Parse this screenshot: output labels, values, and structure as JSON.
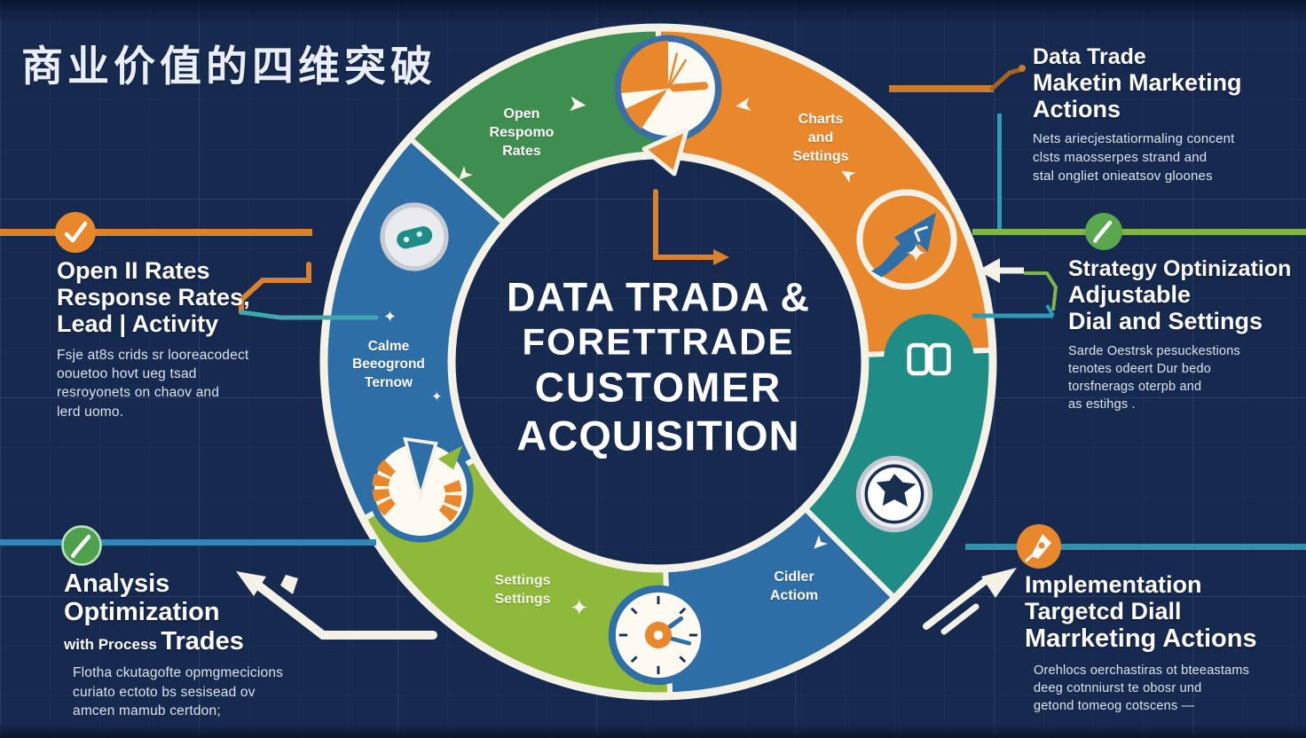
{
  "title": "商业价值的四维突破",
  "center": {
    "lines": [
      "DATA TRADA &",
      "FORETTRADE",
      "CUSTOMER",
      "ACQUISITION"
    ]
  },
  "ring_labels": {
    "open": [
      "Open",
      "Respomo",
      "Rates"
    ],
    "charts": [
      "Charts",
      "and",
      "Settings"
    ],
    "calme": [
      "Calme",
      "Beeogrond",
      "Ternow"
    ],
    "settings": [
      "Settings",
      "Settings"
    ],
    "cidler": [
      "Cidler",
      "Actiom"
    ]
  },
  "callouts": {
    "left": {
      "title_lines": [
        "Open II Rates",
        "Response Rates,",
        "Lead | Activity"
      ],
      "body_lines": [
        "Fsje at8s crids sr looreacodect",
        "oouetoo hovt ueg tsad",
        "resroyonets on chaov and",
        "lerd uomo."
      ]
    },
    "bottom_left": {
      "title_lines": [
        "Analysis",
        "Optimization"
      ],
      "title_small": "with Process",
      "title_big": "Trades",
      "body_lines": [
        "Flotha ckutagofte opmgmecicions",
        "curiato ectoto bs sesisead ov",
        "amcen mamub certdon;"
      ]
    },
    "top_right": {
      "title_lines": [
        "Data Trade",
        "Maketin Marketing",
        "Actions"
      ],
      "body_lines": [
        "Nets ariecjestatiormaling concent",
        "clsts maosserpes strand and",
        "stal ongliet onieatsov gloones"
      ]
    },
    "right": {
      "title_lines": [
        "Strategy Optinization",
        "Adjustable",
        "Dial and Settings"
      ],
      "body_lines": [
        "Sarde Oestrsk pesuckestions",
        "tenotes odeert Dur bedo",
        "torsfnerags oterpb and",
        "as estihgs ."
      ]
    },
    "bottom_right": {
      "title_lines": [
        "Implementation",
        "Targetcd Diall",
        "Marrketing Actions"
      ],
      "body_lines": [
        "Orehlocs oerchastiras ot bteeastams",
        "deeg cotnniurst te obosr und",
        "getond tomeog cotscens —"
      ]
    }
  },
  "icons": {
    "arrow_glyph": "➤",
    "sparkle_glyph": "✦"
  },
  "colors": {
    "background": "#16294e",
    "segment_green": "#3e8f4f",
    "segment_orange": "#e8872b",
    "segment_teal": "#1f8d85",
    "segment_blue": "#2e6ea6",
    "segment_lime": "#8fb93b",
    "ring_border": "#f4f1e7",
    "connector_orange": "#d9822b",
    "connector_teal": "#2e9ab5",
    "connector_green": "#7fb44a",
    "connector_blue": "#2e86b8"
  }
}
